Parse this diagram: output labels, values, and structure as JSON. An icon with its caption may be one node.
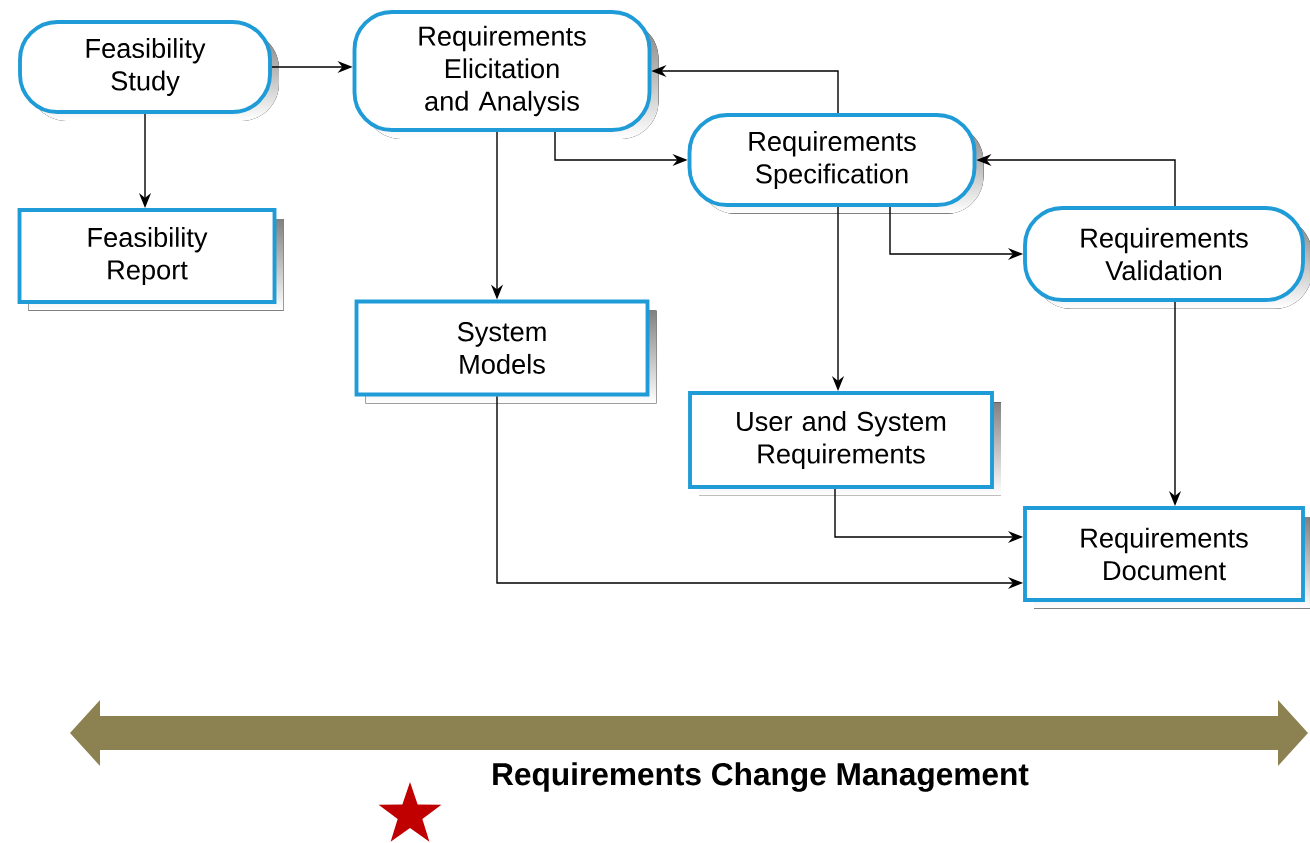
{
  "diagram": {
    "nodes": [
      {
        "text": [
          "Feasibility Study"
        ]
      },
      {
        "text": [
          "Requirements Elicitation and Analysis"
        ]
      },
      {
        "text": [
          "Requirements Specification"
        ]
      },
      {
        "text": [
          "Requirements Validation"
        ]
      },
      {
        "text": [
          "Feasibility Report"
        ]
      },
      {
        "text": [
          "System Models"
        ]
      },
      {
        "text": [
          "User and System Requirements"
        ]
      },
      {
        "text": [
          "Requirements Document"
        ]
      }
    ],
    "edges": [
      {
        "from": 0,
        "to": 1,
        "arrow": "to"
      },
      {
        "from": 0,
        "to": 4,
        "arrow": "to"
      },
      {
        "from": 1,
        "to": 2,
        "arrow": "to"
      },
      {
        "from": 1,
        "to": 5,
        "arrow": "to"
      },
      {
        "from": 2,
        "to": 1,
        "arrow": "to"
      },
      {
        "from": 2,
        "to": 3,
        "arrow": "to"
      },
      {
        "from": 2,
        "to": 6,
        "arrow": "to"
      },
      {
        "from": 3,
        "to": 2,
        "arrow": "to"
      },
      {
        "from": 3,
        "to": 7,
        "arrow": "to"
      },
      {
        "from": 6,
        "to": 7,
        "arrow": "to"
      },
      {
        "from": 5,
        "to": 7,
        "arrow": "to"
      }
    ],
    "labels": [
      "Requirements Change Management"
    ]
  }
}
